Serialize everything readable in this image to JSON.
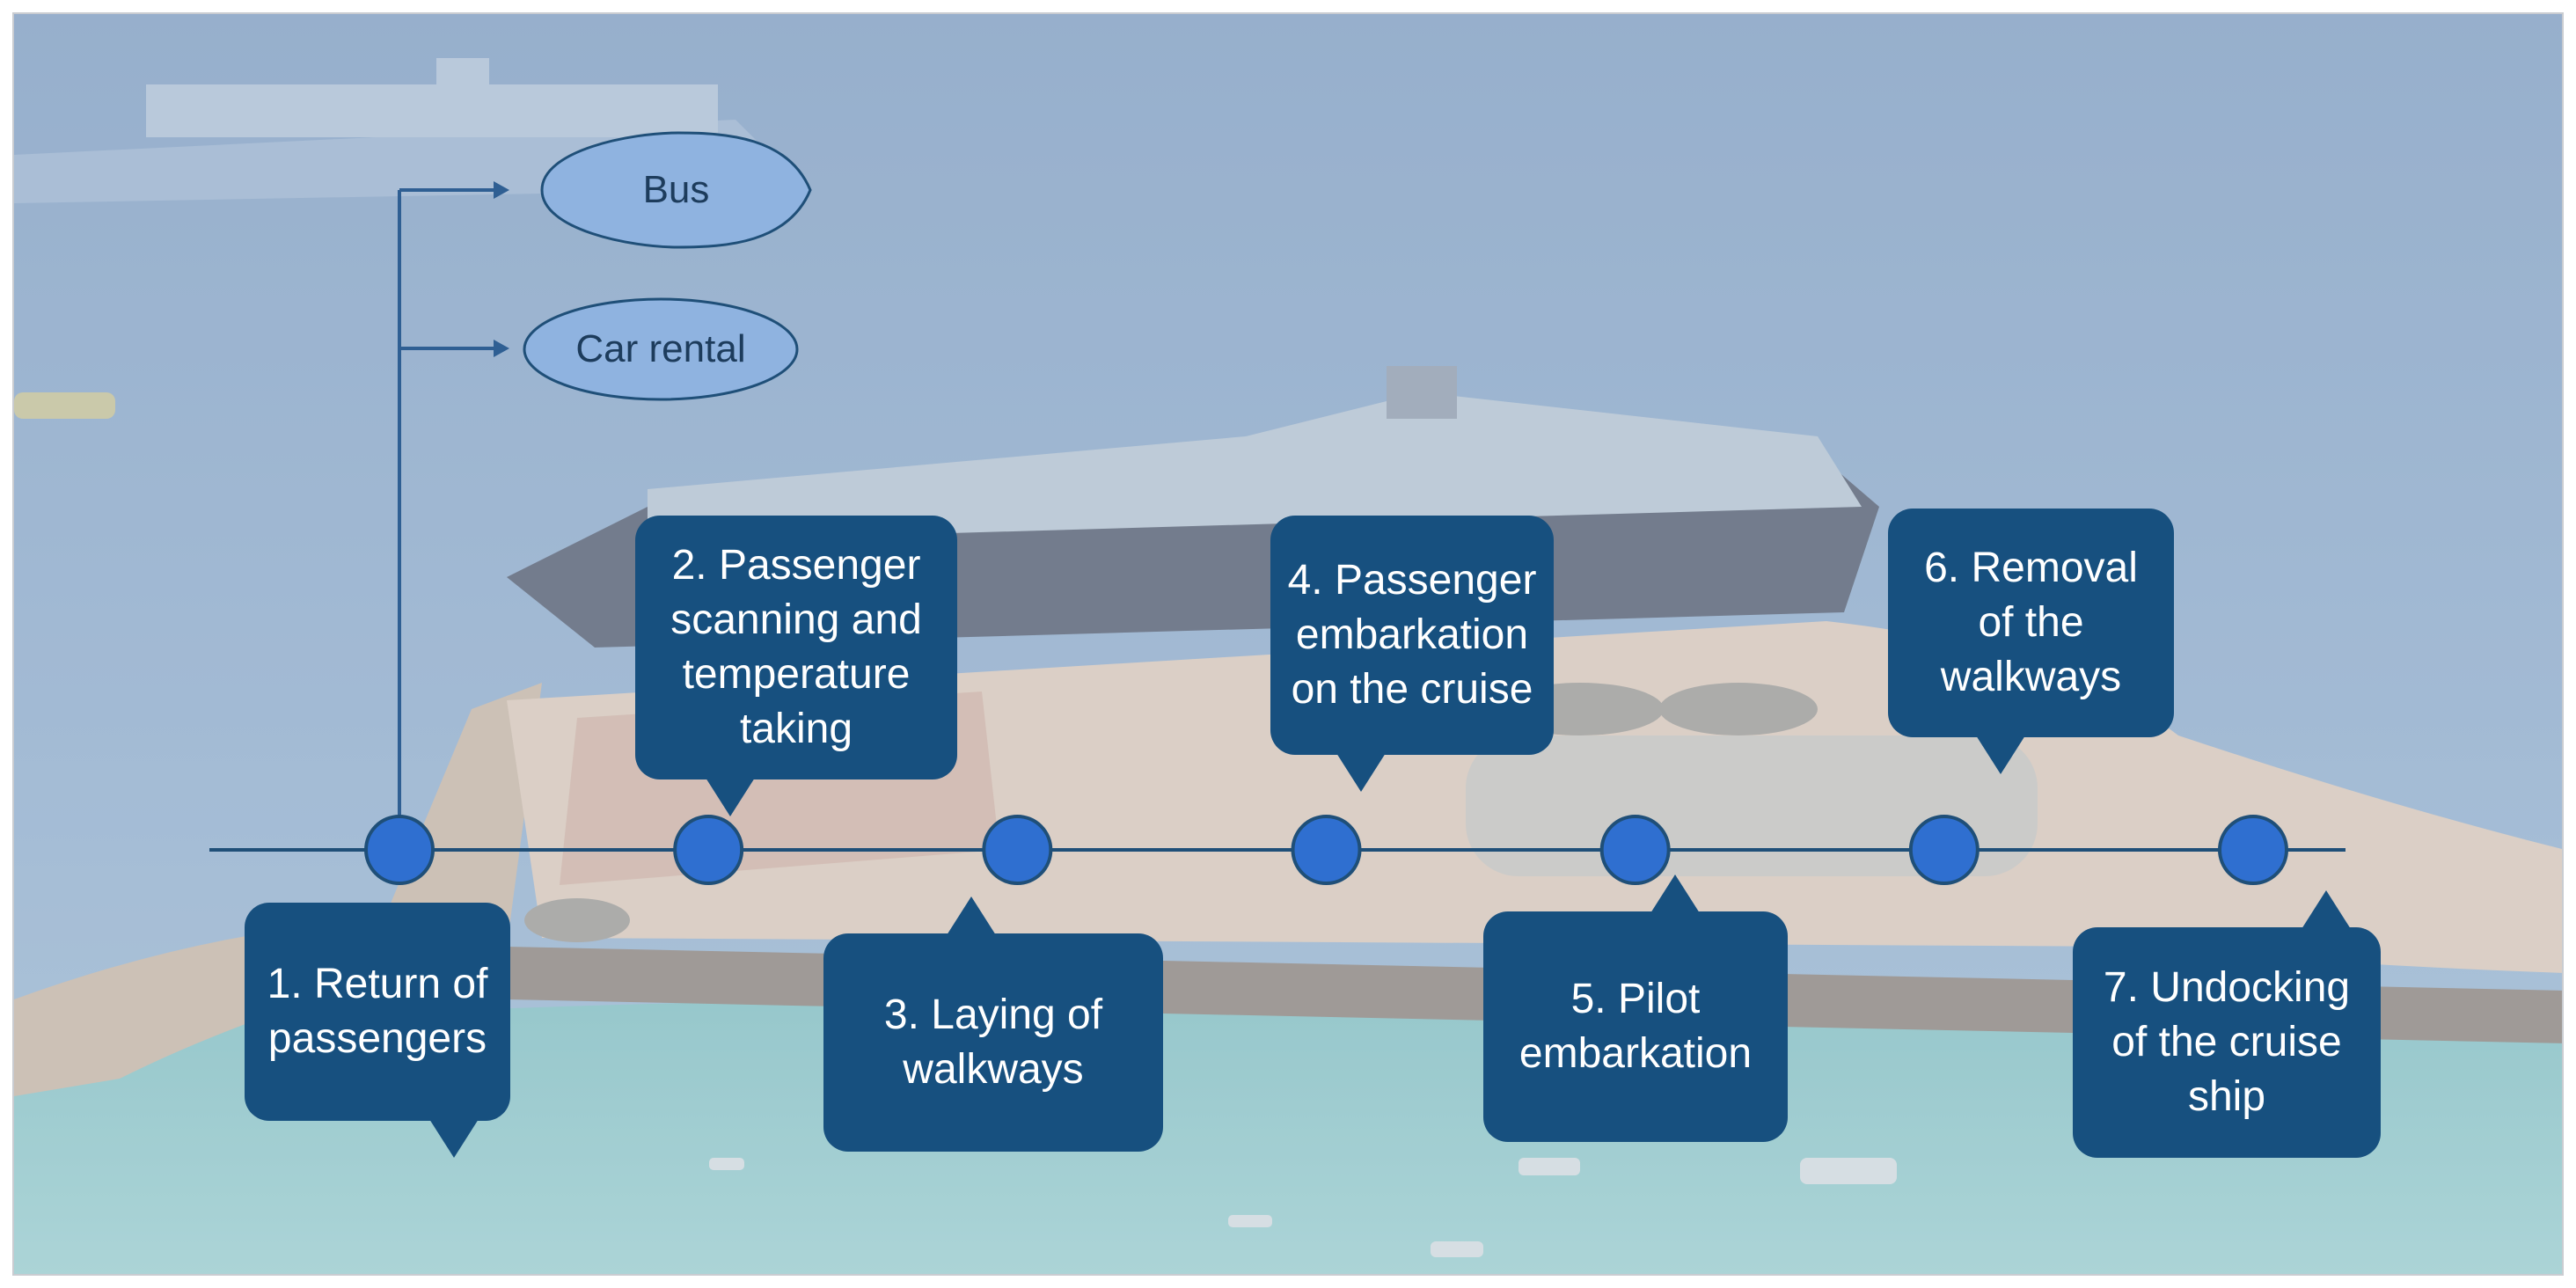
{
  "diagram": {
    "destinations": [
      {
        "id": "bus",
        "label": "Bus"
      },
      {
        "id": "car-rental",
        "label": "Car rental"
      }
    ],
    "steps": [
      {
        "id": 1,
        "label_lines": [
          "1. Return of",
          "passengers"
        ],
        "placement": "below"
      },
      {
        "id": 2,
        "label_lines": [
          "2. Passenger",
          "scanning and",
          "temperature",
          "taking"
        ],
        "placement": "above"
      },
      {
        "id": 3,
        "label_lines": [
          "3. Laying of",
          "walkways"
        ],
        "placement": "below"
      },
      {
        "id": 4,
        "label_lines": [
          "4. Passenger",
          "embarkation",
          "on the cruise"
        ],
        "placement": "above"
      },
      {
        "id": 5,
        "label_lines": [
          "5. Pilot",
          "embarkation"
        ],
        "placement": "below"
      },
      {
        "id": 6,
        "label_lines": [
          "6. Removal",
          "of the",
          "walkways"
        ],
        "placement": "above"
      },
      {
        "id": 7,
        "label_lines": [
          "7. Undocking",
          "of the cruise",
          "ship"
        ],
        "placement": "below"
      }
    ],
    "colors": {
      "callout": "#17507f",
      "node": "#2f6fd0",
      "timeline": "#1f4f78",
      "ellipse": "#8fb3e0"
    }
  }
}
